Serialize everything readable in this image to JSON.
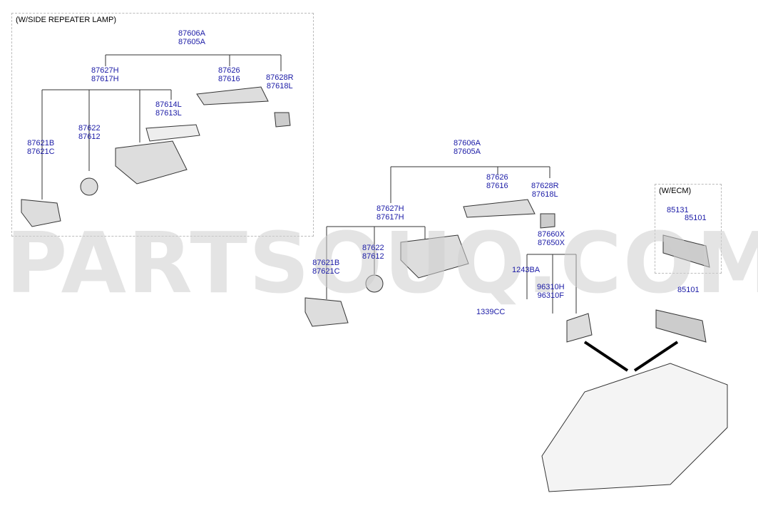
{
  "headers": {
    "side_repeater": "(W/SIDE REPEATER LAMP)",
    "ecm": "(W/ECM)"
  },
  "watermark": "PARTSOUQ.COM",
  "left": {
    "a": "87606A\n87605A",
    "b": "87627H\n87617H",
    "c": "87626\n87616",
    "d": "87628R\n87618L",
    "e": "87614L\n87613L",
    "f": "87622\n87612",
    "g": "87621B\n87621C"
  },
  "right": {
    "a": "87606A\n87605A",
    "b": "87626\n87616",
    "c": "87628R\n87618L",
    "d": "87627H\n87617H",
    "e": "87660X\n87650X",
    "f": "87621B\n87621C",
    "g": "87622\n87612",
    "h": "1243BA",
    "i": "96310H\n96310F",
    "j": "1339CC"
  },
  "ecm": {
    "a": "85131",
    "b": "85101",
    "c": "85101"
  }
}
